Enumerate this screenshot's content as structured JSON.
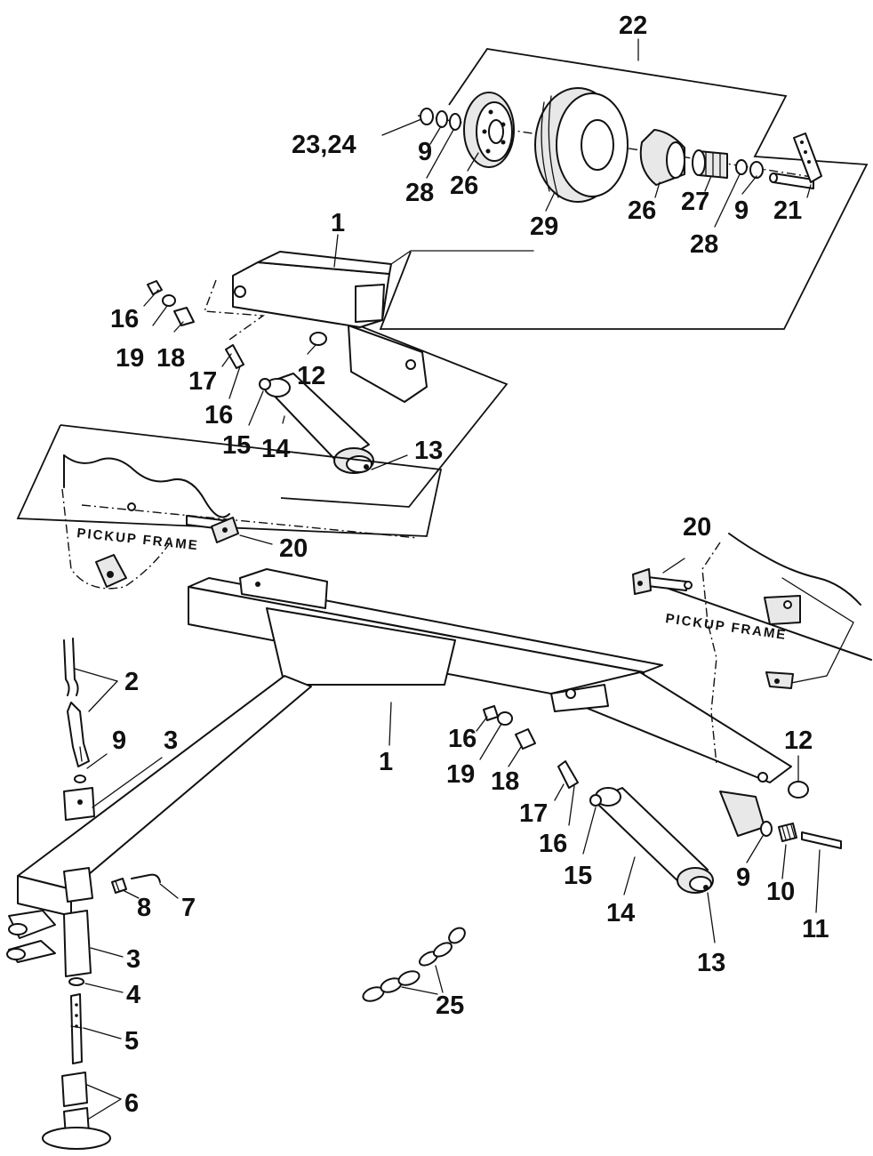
{
  "callouts": {
    "c22": "22",
    "c2324": "23,24",
    "c9a": "9",
    "c28a": "28",
    "c26a": "26",
    "c29": "29",
    "c26b": "26",
    "c27": "27",
    "c9b": "9",
    "c21": "21",
    "c28b": "28",
    "c1a": "1",
    "c16a": "16",
    "c19a": "19",
    "c18a": "18",
    "c12a": "12",
    "c17a": "17",
    "c16b": "16",
    "c15a": "15",
    "c14a": "14",
    "c13a": "13",
    "c20a": "20",
    "c20b": "20",
    "c2": "2",
    "c9c": "9",
    "c3a": "3",
    "c1b": "1",
    "c16c": "16",
    "c19b": "19",
    "c18b": "18",
    "c12b": "12",
    "c17b": "17",
    "c16d": "16",
    "c15b": "15",
    "c9d": "9",
    "c10": "10",
    "c11": "11",
    "c14b": "14",
    "c13b": "13",
    "c8": "8",
    "c7": "7",
    "c3b": "3",
    "c4": "4",
    "c5": "5",
    "c6": "6",
    "c25": "25"
  },
  "captions": {
    "pickup_frame_left": "PICKUP FRAME",
    "pickup_frame_right": "PICKUP FRAME"
  }
}
